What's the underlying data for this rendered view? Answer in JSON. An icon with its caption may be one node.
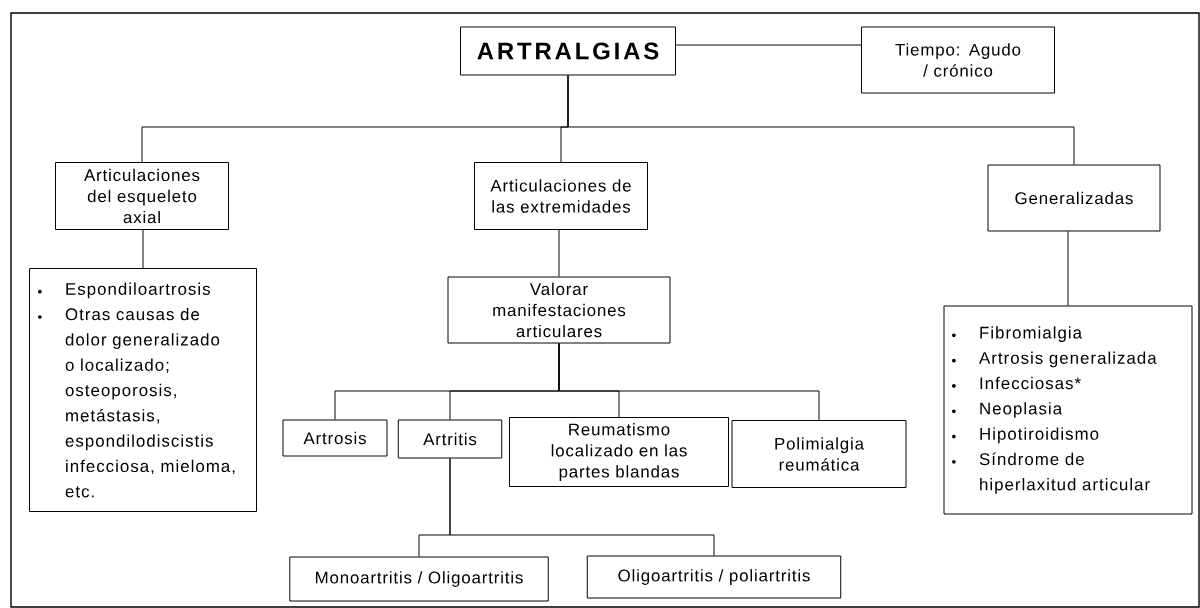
{
  "diagram": {
    "nodes": [
      {
        "text": [
          "ARTRALGIAS"
        ]
      },
      {
        "text": [
          "Tiempo: Agudo / crónico"
        ]
      },
      {
        "text": [
          "Articulaciones del esqueleto axial"
        ]
      },
      {
        "text": [
          "Articulaciones de las extremidades"
        ]
      },
      {
        "text": [
          "Generalizadas"
        ]
      },
      {
        "text": [
          "Espondiloartrosis",
          "Otras causas de dolor generalizado o localizado; osteoporosis, metástasis, espondilodiscistis infecciosa, mieloma, etc."
        ]
      },
      {
        "text": [
          "Valorar manifestaciones articulares"
        ]
      },
      {
        "text": [
          "Artrosis"
        ]
      },
      {
        "text": [
          "Artritis"
        ]
      },
      {
        "text": [
          "Reumatismo localizado en las partes blandas"
        ]
      },
      {
        "text": [
          "Polimialgia reumática"
        ]
      },
      {
        "text": [
          "Fibromialgia",
          "Artrosis generalizada",
          "Infecciosas*",
          "Neoplasia",
          "Hipotiroidismo",
          "Síndrome de hiperlaxitud articular"
        ]
      },
      {
        "text": [
          "Monoartritis / Oligoartritis"
        ]
      },
      {
        "text": [
          "Oligoartritis / poliartritis"
        ]
      }
    ],
    "edges": [
      {
        "from": 0,
        "to": 1,
        "arrow": "none"
      },
      {
        "from": 0,
        "to": 2,
        "arrow": "none"
      },
      {
        "from": 0,
        "to": 3,
        "arrow": "none"
      },
      {
        "from": 0,
        "to": 4,
        "arrow": "none"
      },
      {
        "from": 2,
        "to": 5,
        "arrow": "none"
      },
      {
        "from": 3,
        "to": 6,
        "arrow": "none"
      },
      {
        "from": 4,
        "to": 11,
        "arrow": "none"
      },
      {
        "from": 6,
        "to": 7,
        "arrow": "none"
      },
      {
        "from": 6,
        "to": 8,
        "arrow": "none"
      },
      {
        "from": 6,
        "to": 9,
        "arrow": "none"
      },
      {
        "from": 6,
        "to": 10,
        "arrow": "none"
      },
      {
        "from": 8,
        "to": 12,
        "arrow": "none"
      },
      {
        "from": 8,
        "to": 13,
        "arrow": "none"
      }
    ]
  }
}
